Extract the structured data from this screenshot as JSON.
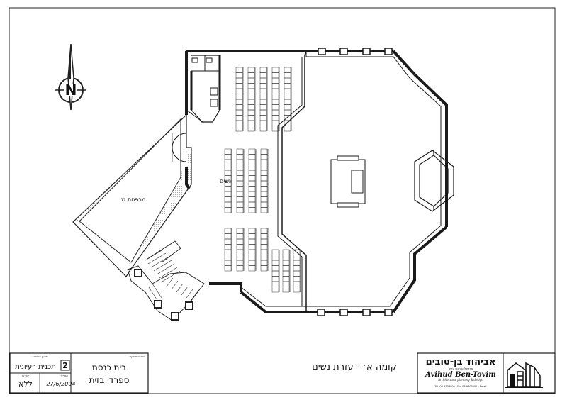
{
  "drawing": {
    "title": "קומה א׳ - עזרת נשים",
    "labels": {
      "roof_terrace": "מרפסת גג",
      "women_area": "נשים"
    },
    "north_letter": "N"
  },
  "title_block": {
    "field_project_caption": "שם הפרויקט",
    "project_line1": "בית כנסת",
    "project_line2": "ספרדי בזית",
    "field_date_caption": "תאריך",
    "date": "27/6/2004",
    "sheet_number": "2",
    "field_plan_caption": "תכנון ראשוני",
    "plan_type": "תכנית רעיונית",
    "field_scale_caption": "קנ״מ",
    "scale": "ללא",
    "firm_name_he": "אביהוד בן-טובים",
    "firm_subtitle_he": "אדריכל ומתכנן ערים",
    "firm_name_en": "Avihud Ben-Tovim",
    "firm_subtitle_en": "Architectural planning & design",
    "firm_contact": "Tel. 08-9703000 · Fax 08-9703001 · Email"
  },
  "colors": {
    "ink": "#1a1a1a",
    "hatch": "#555555"
  }
}
